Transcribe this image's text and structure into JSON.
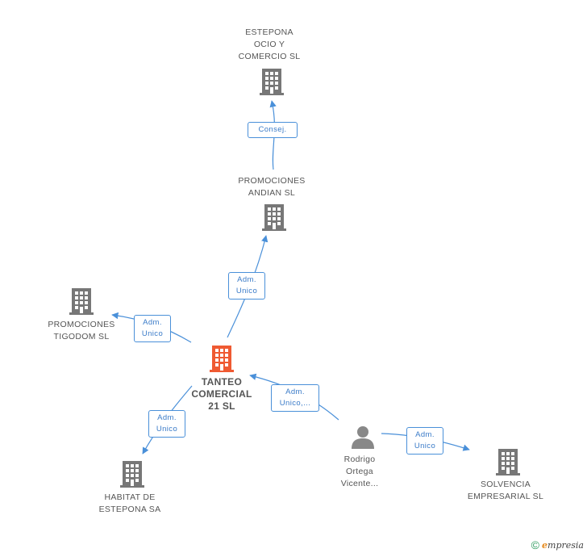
{
  "colors": {
    "edge": "#4a90d9",
    "company": "#777777",
    "focus": "#ef5a32",
    "person": "#888888"
  },
  "nodes": [
    {
      "id": "estepona",
      "label": "ESTEPONA\nOCIO Y\nCOMERCIO SL",
      "kind": "company-icon"
    },
    {
      "id": "andian",
      "label": "PROMOCIONES\nANDIAN SL",
      "kind": "company-icon"
    },
    {
      "id": "tigodom",
      "label": "PROMOCIONES\nTIGODOM SL",
      "kind": "company-icon"
    },
    {
      "id": "tanteo",
      "label": "TANTEO\nCOMERCIAL\n21 SL",
      "kind": "company-icon-focus"
    },
    {
      "id": "habitat",
      "label": "HABITAT DE\nESTEPONA SA",
      "kind": "company-icon"
    },
    {
      "id": "rodrigo",
      "label": "Rodrigo\nOrtega\nVicente...",
      "kind": "person-icon"
    },
    {
      "id": "solvencia",
      "label": "SOLVENCIA\nEMPRESARIAL SL",
      "kind": "company-icon"
    }
  ],
  "edges": [
    {
      "id": "andian-estepona",
      "label": "Consej."
    },
    {
      "id": "tanteo-andian",
      "label": "Adm.\nUnico"
    },
    {
      "id": "tanteo-tigodom",
      "label": "Adm.\nUnico"
    },
    {
      "id": "tanteo-habitat",
      "label": "Adm.\nUnico"
    },
    {
      "id": "rodrigo-tanteo",
      "label": "Adm.\nUnico,..."
    },
    {
      "id": "rodrigo-solvencia",
      "label": "Adm.\nUnico"
    }
  ],
  "footer": {
    "copyright": "©",
    "brand_initial": "e",
    "brand_rest": "mpresia"
  }
}
